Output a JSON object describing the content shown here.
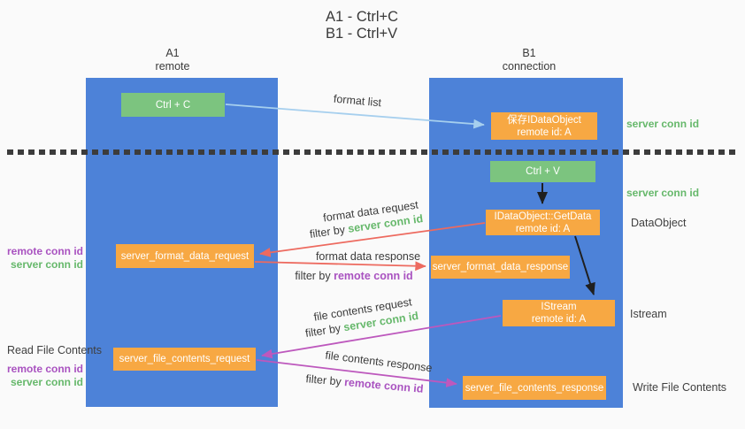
{
  "title": {
    "line1": "A1 - Ctrl+C",
    "line2": "B1 - Ctrl+V"
  },
  "lanes": {
    "a1": {
      "name": "A1",
      "subtitle": "remote"
    },
    "b1": {
      "name": "B1",
      "subtitle": "connection"
    }
  },
  "nodes": {
    "ctrl_c": {
      "label": "Ctrl + C"
    },
    "ctrl_v": {
      "label": "Ctrl + V"
    },
    "save_idataobject": {
      "line1": "保存IDataObject",
      "line2": "remote id: A"
    },
    "getdata": {
      "line1": "IDataObject::GetData",
      "line2": "remote id: A"
    },
    "istream": {
      "line1": "IStream",
      "line2": "remote id: A"
    },
    "server_format_data_request": {
      "label": "server_format_data_request"
    },
    "server_format_data_response": {
      "label": "server_format_data_response"
    },
    "server_file_contents_request": {
      "label": "server_file_contents_request"
    },
    "server_file_contents_response": {
      "label": "server_file_contents_response"
    }
  },
  "side_labels": {
    "server_conn_id_top": "server conn id",
    "server_conn_id_mid": "server conn id",
    "dataobject": "DataObject",
    "istream": "Istream",
    "write_file_contents": "Write File Contents",
    "read_file_contents": "Read File Contents",
    "left_top": {
      "remote": "remote conn id",
      "server": "server conn id"
    },
    "left_bottom": {
      "remote": "remote conn id",
      "server": "server conn id"
    }
  },
  "edge_labels": {
    "format_list": "format list",
    "format_request": {
      "text": "format data request",
      "filter_prefix": "filter by ",
      "filter_term": "server conn id"
    },
    "format_response": {
      "text": "format data response",
      "filter_prefix": "filter by ",
      "filter_term": "remote conn id"
    },
    "file_request": {
      "text": "file contents request",
      "filter_prefix": "filter by ",
      "filter_term": "server conn id"
    },
    "file_response": {
      "text": "file contents response",
      "filter_prefix": "filter by ",
      "filter_term": "remote conn id"
    }
  },
  "colors": {
    "background": "#fafafa",
    "lane_blue": "#4d82d8",
    "node_green": "#7cc47f",
    "node_orange": "#f7a843",
    "accent_green": "#66b86b",
    "accent_purple": "#a952c0",
    "arrow_red": "#ed6a5f",
    "arrow_magenta": "#bd58bd",
    "arrow_lightblue": "#a6cfee",
    "arrow_black": "#1f1f1f",
    "divider_dark": "#3c3c3c"
  }
}
